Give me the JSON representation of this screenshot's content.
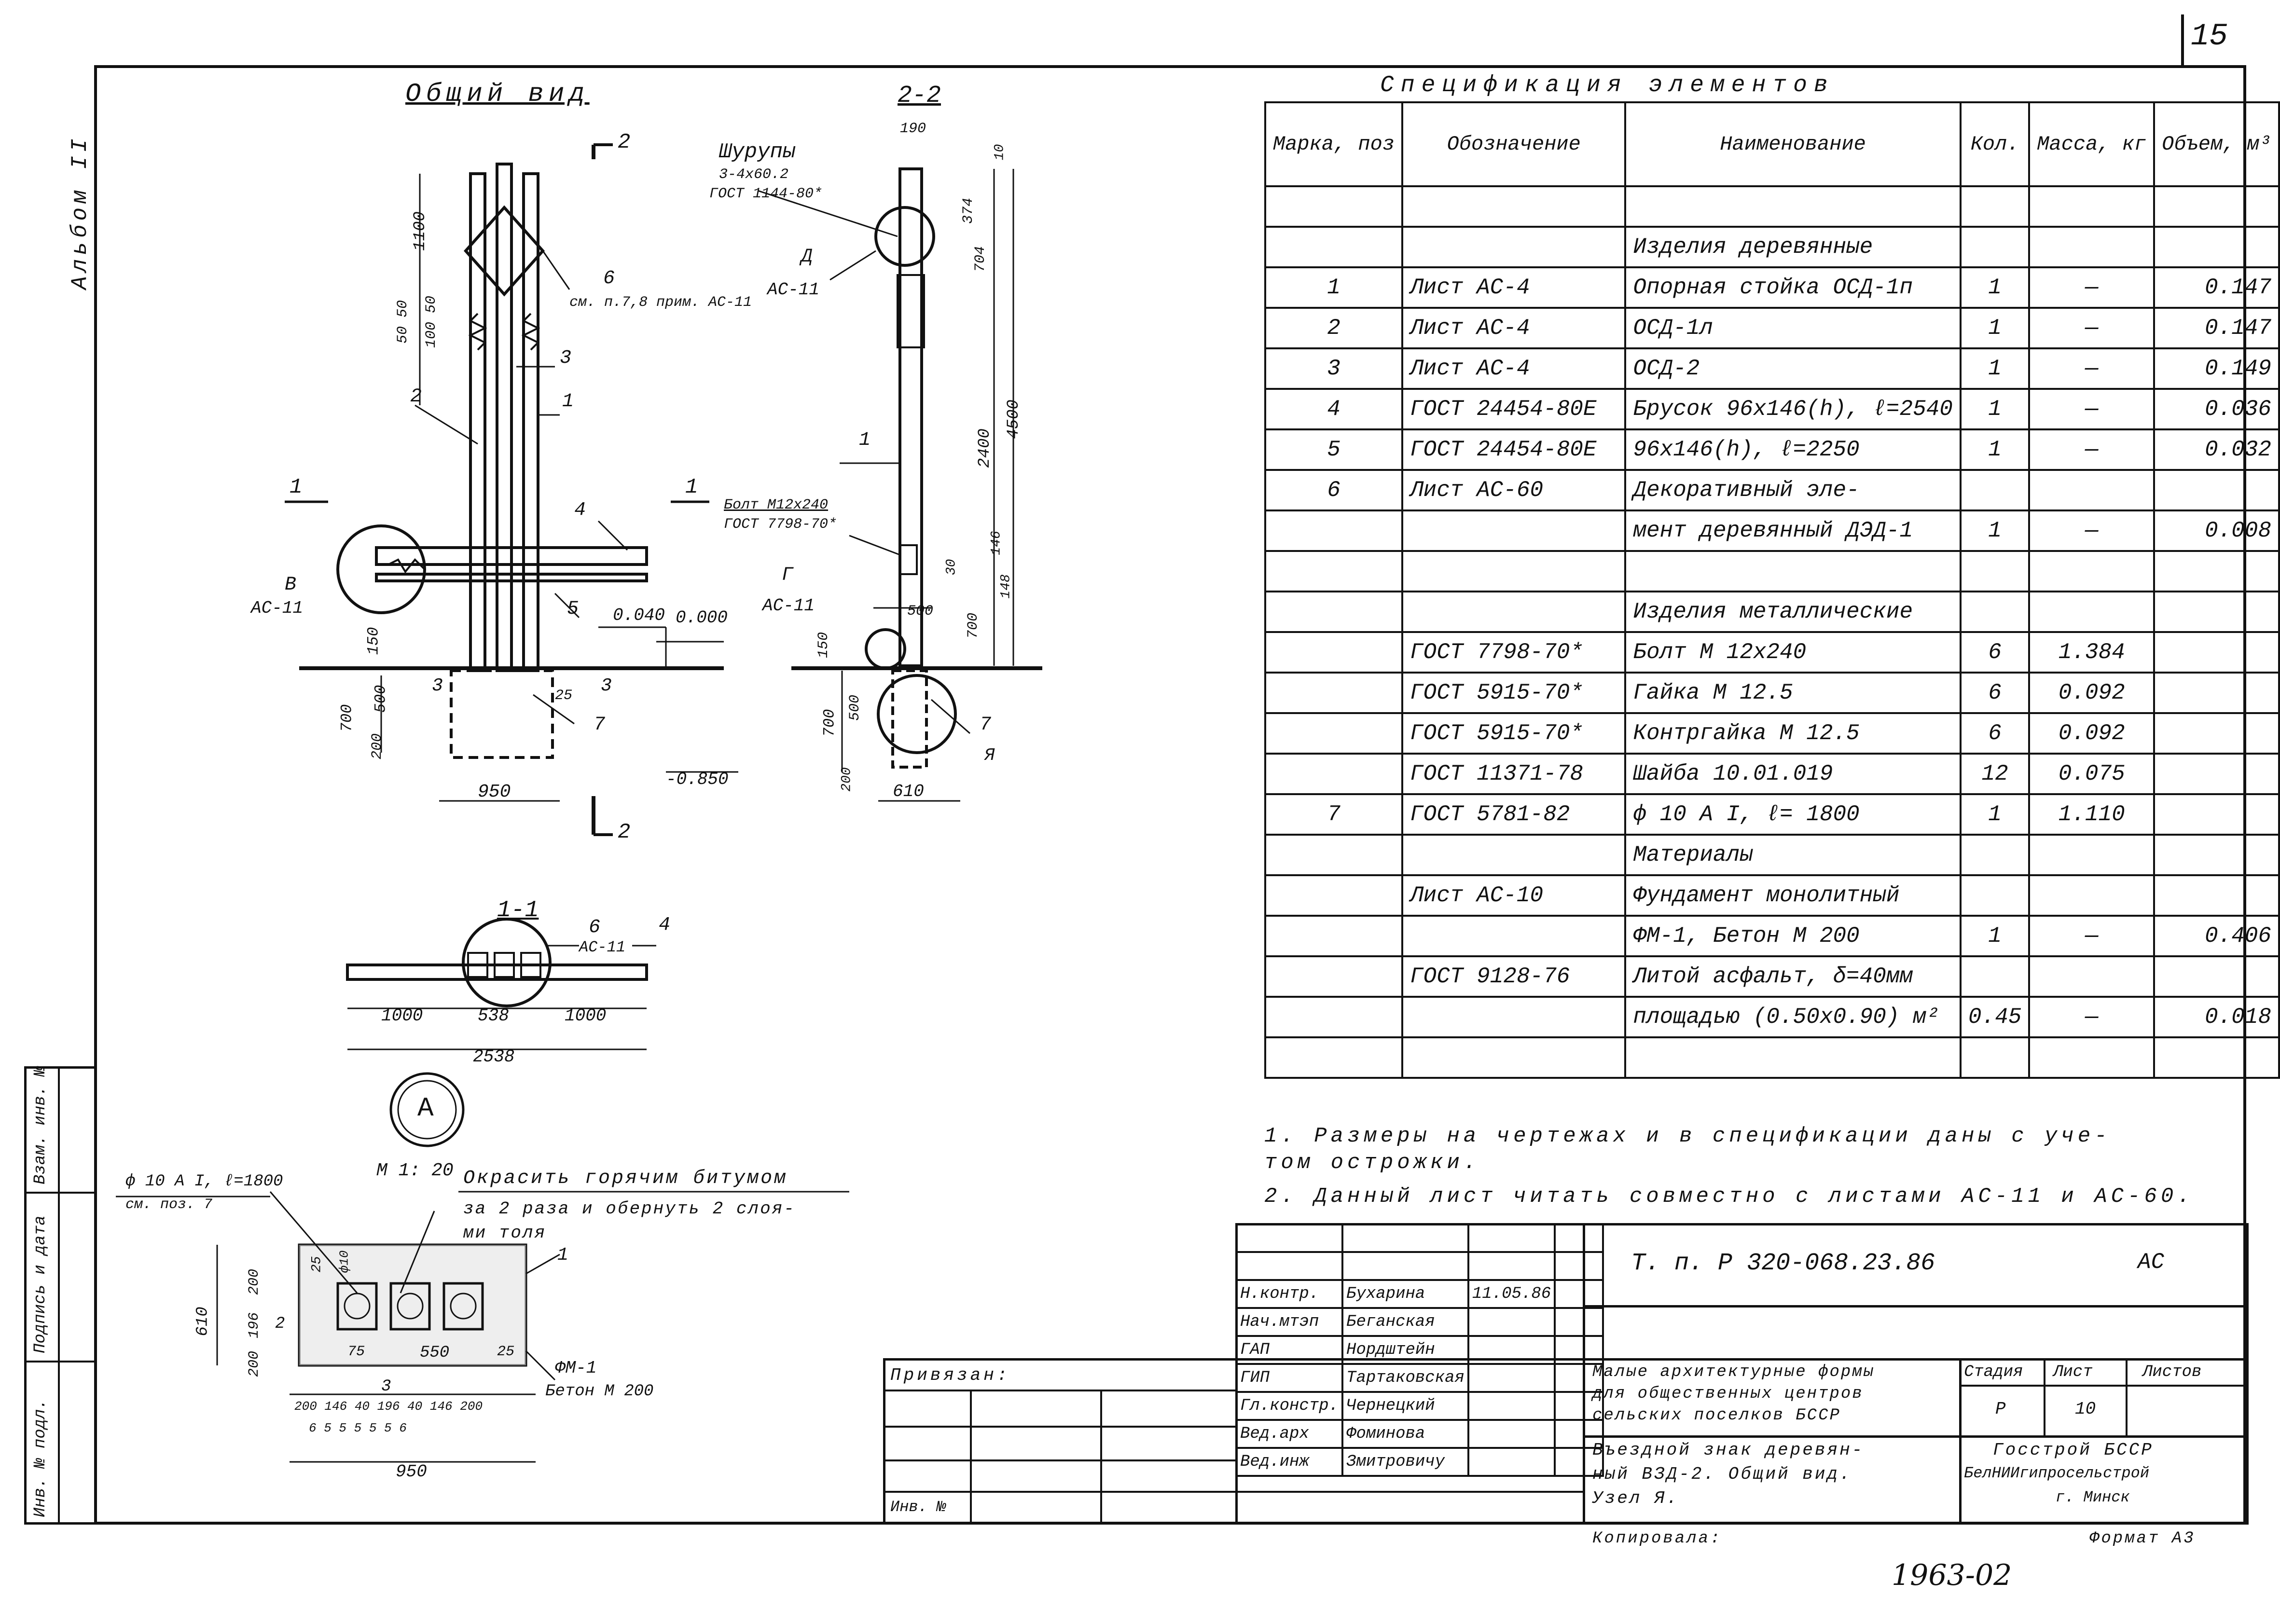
{
  "sheet_number": "15",
  "album": "Альбом II",
  "general_view": {
    "title": "Общий вид",
    "section_22": "2-2",
    "section_11": "1-1",
    "mark_a": "А",
    "scale": "М 1: 20",
    "labels": {
      "cut2_top": "2",
      "cut2_bottom": "2",
      "cut1_left": "1",
      "cut1_right": "1",
      "cut3_left": "3",
      "cut3_right": "3",
      "pos6": "6",
      "pos6_note": "см. п.7,8 прим. АС-11",
      "pos3": "3",
      "pos2": "2",
      "pos1": "1",
      "pos4": "4",
      "pos5": "5",
      "pos7": "7",
      "node_b": "В",
      "node_b_ref": "АС-11",
      "lvl_0040": "0.040",
      "lvl_0000": "0.000",
      "lvl_m0850": "-0.850",
      "dim_1100": "1100",
      "dim_5050": "50 50",
      "dim_100": "100 50",
      "dim_150": "150",
      "dim_700": "700",
      "dim_500": "500",
      "dim_200": "200",
      "dim_25": "25",
      "dim_950": "950"
    },
    "section22": {
      "screws": "Шурупы",
      "screws_spec": "3-4х60.2",
      "screws_gost": "ГОСТ 1144-80*",
      "node_d": "Д",
      "node_d_ref": "АС-11",
      "bolt": "Болт М12х240",
      "bolt_gost": "ГОСТ 7798-70*",
      "node_g": "Г",
      "node_g_ref": "АС-11",
      "pos1": "1",
      "pos7": "7",
      "mark_ya": "Я",
      "dim_190": "190",
      "dim_10": "10",
      "dim_374": "374",
      "dim_704": "704",
      "dim_2400": "2400",
      "dim_4500": "4500",
      "dim_30": "30",
      "dim_146": "146",
      "dim_148": "148",
      "dim_700": "700",
      "dim_500": "500",
      "dim_200": "200",
      "dim_150": "150",
      "dim_610": "610",
      "dim_500b": "500"
    },
    "section11": {
      "pos6": "6",
      "pos6_ref": "АС-11",
      "pos4": "4",
      "dim_1000a": "1000",
      "dim_538": "538",
      "dim_1000b": "1000",
      "dim_2538": "2538"
    }
  },
  "detail_a": {
    "rebar": "ф 10 А I, ℓ=1800",
    "rebar_ref": "см. поз. 7",
    "paint_note_1": "Окрасить горячим битумом",
    "paint_note_2": "за 2 раза и обернуть 2 слоя-",
    "paint_note_3": "ми толя",
    "pos1": "1",
    "pos2": "2",
    "fm": "ФМ-1",
    "concrete": "Бетон М 200",
    "dim_610": "610",
    "dim_200a": "200",
    "dim_196": "196",
    "dim_200b": "200",
    "dim_25a": "25",
    "dim_75": "75",
    "dim_550": "550",
    "dim_25b": "25",
    "dim_3": "3",
    "bottom_dims": "200 146 40 196 40 146 200",
    "bottom_small": "6  5  5  5  5  5  6",
    "dim_950": "950",
    "dim_10": "ф10"
  },
  "spec": {
    "title": "Спецификация элементов",
    "headers": [
      "Марка, поз",
      "Обозначение",
      "Наименование",
      "Кол.",
      "Масса, кг",
      "Объем, м³"
    ],
    "rows": [
      [
        "",
        "",
        "",
        "",
        "",
        ""
      ],
      [
        "",
        "",
        "Изделия деревянные",
        "",
        "",
        ""
      ],
      [
        "1",
        "Лист АС-4",
        "Опорная стойка ОСД-1п",
        "1",
        "—",
        "0.147"
      ],
      [
        "2",
        "Лист АС-4",
        "ОСД-1л",
        "1",
        "—",
        "0.147"
      ],
      [
        "3",
        "Лист АС-4",
        "ОСД-2",
        "1",
        "—",
        "0.149"
      ],
      [
        "4",
        "ГОСТ 24454-80Е",
        "Брусок 96х146(h), ℓ=2540",
        "1",
        "—",
        "0.036"
      ],
      [
        "5",
        "ГОСТ 24454-80Е",
        "96х146(h), ℓ=2250",
        "1",
        "—",
        "0.032"
      ],
      [
        "6",
        "Лист АС-60",
        "Декоративный эле-",
        "",
        "",
        ""
      ],
      [
        "",
        "",
        "мент деревянный ДЭД-1",
        "1",
        "—",
        "0.008"
      ],
      [
        "",
        "",
        "",
        "",
        "",
        ""
      ],
      [
        "",
        "",
        "Изделия металлические",
        "",
        "",
        ""
      ],
      [
        "",
        "ГОСТ 7798-70*",
        "Болт М 12х240",
        "6",
        "1.384",
        ""
      ],
      [
        "",
        "ГОСТ 5915-70*",
        "Гайка М 12.5",
        "6",
        "0.092",
        ""
      ],
      [
        "",
        "ГОСТ 5915-70*",
        "Контргайка М 12.5",
        "6",
        "0.092",
        ""
      ],
      [
        "",
        "ГОСТ 11371-78",
        "Шайба 10.01.019",
        "12",
        "0.075",
        ""
      ],
      [
        "7",
        "ГОСТ 5781-82",
        "ф 10 А I, ℓ= 1800",
        "1",
        "1.110",
        ""
      ],
      [
        "",
        "",
        "Материалы",
        "",
        "",
        ""
      ],
      [
        "",
        "Лист АС-10",
        "Фундамент монолитный",
        "",
        "",
        ""
      ],
      [
        "",
        "",
        "ФМ-1, Бетон М 200",
        "1",
        "—",
        "0.406"
      ],
      [
        "",
        "ГОСТ 9128-76",
        "Литой асфальт, δ=40мм",
        "",
        "",
        ""
      ],
      [
        "",
        "",
        "площадью (0.50х0.90) м²",
        "0.45",
        "—",
        "0.018"
      ],
      [
        "",
        "",
        "",
        "",
        "",
        ""
      ]
    ]
  },
  "notes": {
    "n1a": "1. Размеры на чертежах и в спецификации даны с уче-",
    "n1b": "том острожки.",
    "n2": "2. Данный лист читать совместно с листами АС-11 и АС-60."
  },
  "title_block": {
    "code": "Т. п. Р 320-068.23.86",
    "mark": "АС",
    "attached": "Привязан:",
    "inv_no": "Инв. №",
    "roles": [
      {
        "role": "Н.контр.",
        "name": "Бухарина",
        "date": "11.05.86"
      },
      {
        "role": "Нач.мтэп",
        "name": "Беганская",
        "date": ""
      },
      {
        "role": "ГАП",
        "name": "Нордштейн",
        "date": ""
      },
      {
        "role": "ГИП",
        "name": "Тартаковская",
        "date": ""
      },
      {
        "role": "Гл.констр.",
        "name": "Чернецкий",
        "date": ""
      },
      {
        "role": "Вед.арх",
        "name": "Фоминова",
        "date": ""
      },
      {
        "role": "Вед.инж",
        "name": "Змитровичу",
        "date": ""
      }
    ],
    "project_1": "Малые архитектурные формы",
    "project_2": "для общественных центров",
    "project_3": "сельских поселков БССР",
    "sheet_title_1": "Въездной знак деревян-",
    "sheet_title_2": "ный ВЗД-2. Общий вид.",
    "sheet_title_3": "Узел Я.",
    "stage_h": "Стадия",
    "sheet_h": "Лист",
    "sheets_h": "Листов",
    "stage": "Р",
    "sheet": "10",
    "org_1": "Госстрой БССР",
    "org_2": "БелНИИгипросельстрой",
    "org_3": "г. Минск",
    "copied": "Копировала:",
    "format": "Формат А3",
    "stamp_no": "1963-02"
  },
  "side_strip": {
    "inv_orig": "Инв. № подл.",
    "sign_date": "Подпись и дата",
    "vzam": "Взам. инв. №"
  }
}
